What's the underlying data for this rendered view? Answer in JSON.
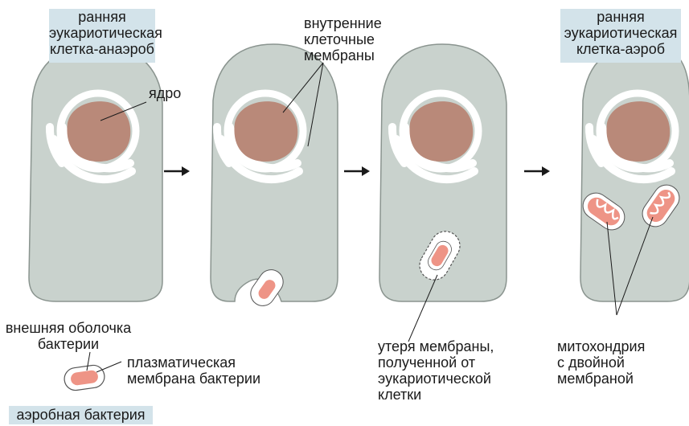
{
  "title_left": [
    "ранняя",
    "эукариотическая",
    "клетка-анаэроб"
  ],
  "title_right": [
    "ранняя",
    "эукариотическая",
    "клетка-аэроб"
  ],
  "label_nucleus": "ядро",
  "label_inner_membranes": [
    "внутренние",
    "клеточные",
    "мембраны"
  ],
  "label_outer_shell": [
    "внешняя оболочка",
    "бактерии"
  ],
  "label_plasma_membrane": [
    "плазматическая",
    "мембрана бактерии"
  ],
  "label_aerobic_bacterium": "аэробная бактерия",
  "label_membrane_loss": [
    "утеря мембраны,",
    "полученной от",
    "эукариотической",
    "клетки"
  ],
  "label_mitochondria": [
    "митохондрия",
    "с двойной",
    "мембраной"
  ],
  "colors": {
    "cell_fill": "#c9d2cd",
    "nucleus_fill": "#b98979",
    "bacterium_fill": "#ee9486",
    "label_box": "#d3e3ea",
    "line": "#1a1a1a"
  }
}
